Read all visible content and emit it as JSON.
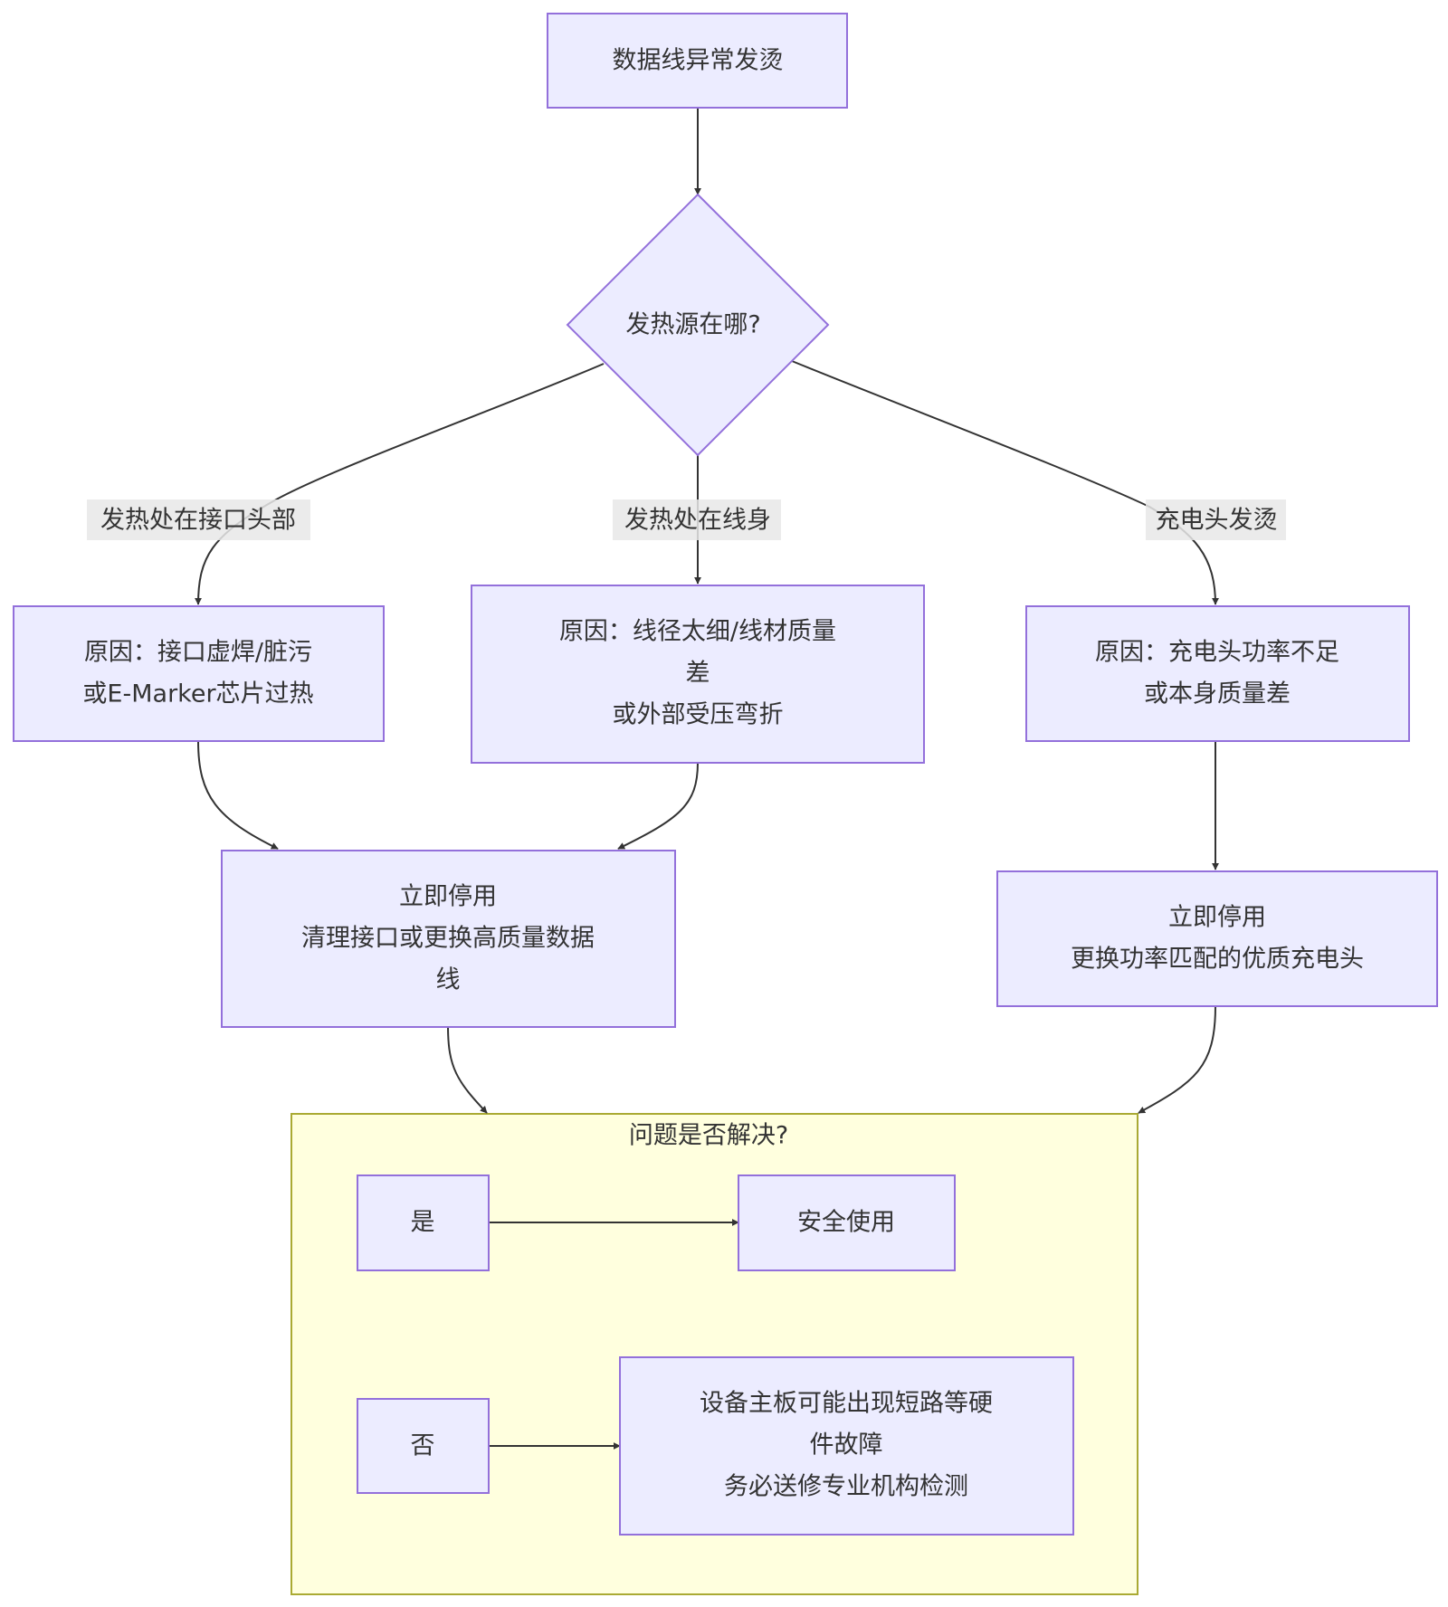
{
  "diagram": {
    "type": "flowchart",
    "direction": "top-down",
    "colors": {
      "node_fill": "#ECECFF",
      "node_stroke": "#9370DB",
      "cluster_fill": "#ffffde",
      "cluster_stroke": "#aaaa33",
      "edge": "#333333",
      "text": "#333333",
      "edge_label_bg": "#e8e8e8"
    },
    "nodes": {
      "start": {
        "lines": [
          "数据线异常发烫"
        ]
      },
      "decision": {
        "lines": [
          "发热源在哪?"
        ]
      },
      "cause_connector": {
        "lines": [
          "原因：接口虚焊/脏污",
          "或E-Marker芯片过热"
        ]
      },
      "cause_cable": {
        "lines": [
          "原因：线径太细/线材质量",
          "差",
          "或外部受压弯折"
        ]
      },
      "cause_charger": {
        "lines": [
          "原因：充电头功率不足",
          "或本身质量差"
        ]
      },
      "action_cable": {
        "lines": [
          "立即停用",
          "清理接口或更换高质量数据",
          "线"
        ]
      },
      "action_charger": {
        "lines": [
          "立即停用",
          "更换功率匹配的优质充电头"
        ]
      },
      "yes": {
        "lines": [
          "是"
        ]
      },
      "safe": {
        "lines": [
          "安全使用"
        ]
      },
      "no": {
        "lines": [
          "否"
        ]
      },
      "hardware_fault": {
        "lines": [
          "设备主板可能出现短路等硬",
          "件故障",
          "务必送修专业机构检测"
        ]
      }
    },
    "cluster": {
      "title": "问题是否解决?"
    },
    "edges": [
      {
        "from": "start",
        "to": "decision",
        "label": ""
      },
      {
        "from": "decision",
        "to": "cause_connector",
        "label": "发热处在接口头部"
      },
      {
        "from": "decision",
        "to": "cause_cable",
        "label": "发热处在线身"
      },
      {
        "from": "decision",
        "to": "cause_charger",
        "label": "充电头发烫"
      },
      {
        "from": "cause_connector",
        "to": "action_cable",
        "label": ""
      },
      {
        "from": "cause_cable",
        "to": "action_cable",
        "label": ""
      },
      {
        "from": "cause_charger",
        "to": "action_charger",
        "label": ""
      },
      {
        "from": "action_cable",
        "to": "cluster",
        "label": ""
      },
      {
        "from": "action_charger",
        "to": "cluster",
        "label": ""
      },
      {
        "from": "yes",
        "to": "safe",
        "label": ""
      },
      {
        "from": "no",
        "to": "hardware_fault",
        "label": ""
      }
    ]
  }
}
